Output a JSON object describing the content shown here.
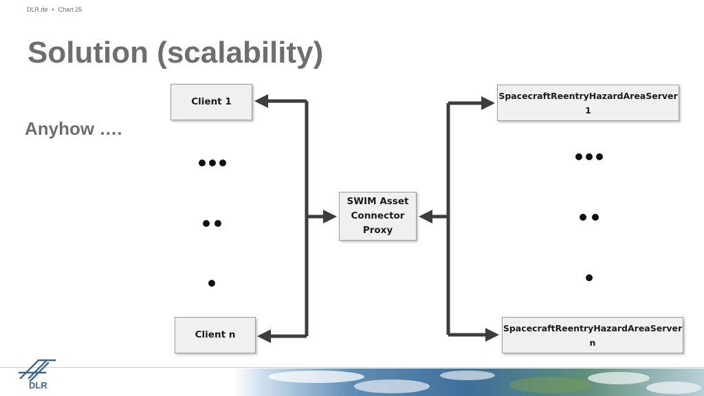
{
  "header": {
    "site": "DLR.de",
    "chart": "Chart 25"
  },
  "slide": {
    "title": "Solution (scalability)",
    "subtitle": "Anyhow …."
  },
  "diagram": {
    "client_first": "Client 1",
    "client_last": "Client n",
    "proxy_line1": "SWIM Asset",
    "proxy_line2": "Connector",
    "proxy_line3": "Proxy",
    "server_first": "SpacecraftReentryHazardAreaServer 1",
    "server_last": "SpacecraftReentryHazardAreaServer n"
  },
  "footer": {
    "logo_text": "DLR"
  },
  "colors": {
    "title_gray": "#6e6e6e",
    "arrow": "#3d3d3d",
    "box_fill": "#f0f0f0",
    "logo_blue": "#3a6690"
  }
}
